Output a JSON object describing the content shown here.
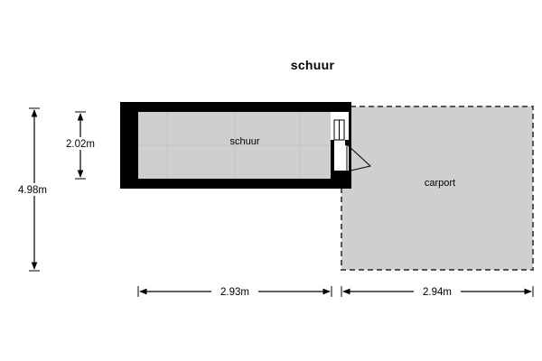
{
  "title": "schuur",
  "rooms": {
    "shed": {
      "label": "schuur"
    },
    "carport": {
      "label": "carport"
    }
  },
  "dimensions": {
    "total_depth": "4.98m",
    "shed_depth": "2.02m",
    "shed_width": "2.93m",
    "carport_width": "2.94m"
  },
  "colors": {
    "wall": "#000000",
    "floor": "#cfcfcf",
    "dash": "#555555"
  }
}
